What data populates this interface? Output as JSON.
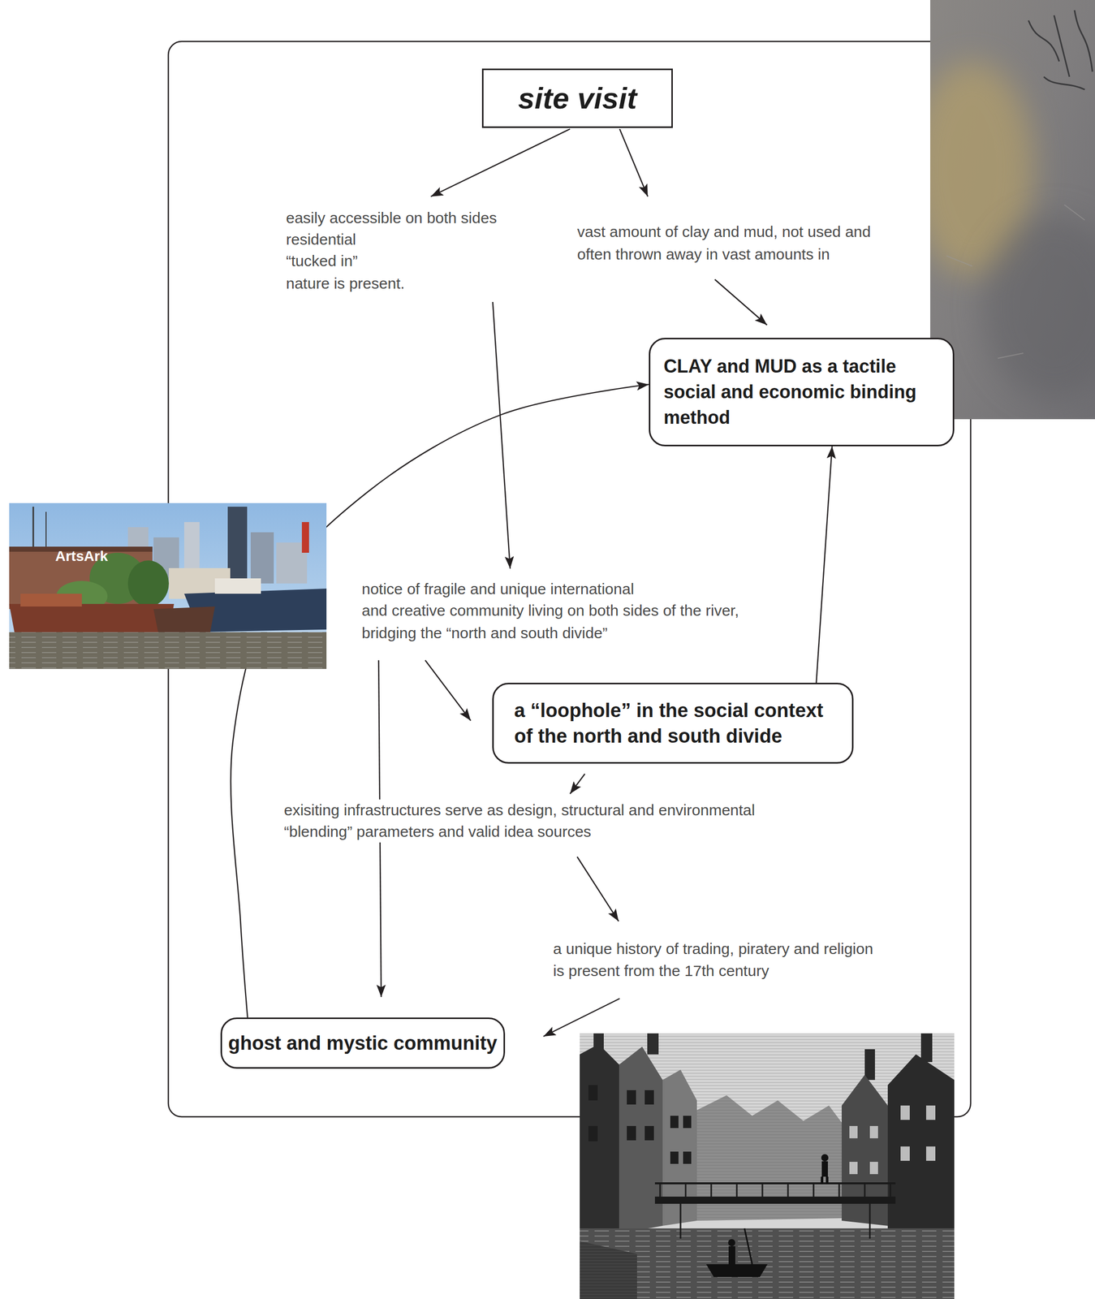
{
  "diagram": {
    "nodes": [
      {
        "text": [
          "site visit"
        ]
      },
      {
        "text": [
          "CLAY and MUD as a tactile social and economic binding method"
        ]
      },
      {
        "text": [
          "a “loophole” in the social context of the north and south divide"
        ]
      },
      {
        "text": [
          "ghost and mystic community"
        ]
      }
    ],
    "edges": [
      {
        "from": 2,
        "to": 1,
        "arrow": "to"
      },
      {
        "from": 3,
        "to": 1,
        "arrow": "to"
      }
    ],
    "labels": [
      "easily accessible on both sides",
      "residential",
      "“tucked in”",
      "nature is present.",
      "vast amount of clay and mud, not used and",
      "often thrown away in vast amounts in",
      "notice of fragile and unique international",
      "and creative community living on both sides of the river,",
      "bridging the “north and south divide”",
      "exisiting infrastructures serve as design, structural and environmental",
      "“blending” parameters and valid idea sources",
      "a unique history of trading, piratery and religion",
      "is present from the 17th century",
      "ArtsArk"
    ]
  }
}
